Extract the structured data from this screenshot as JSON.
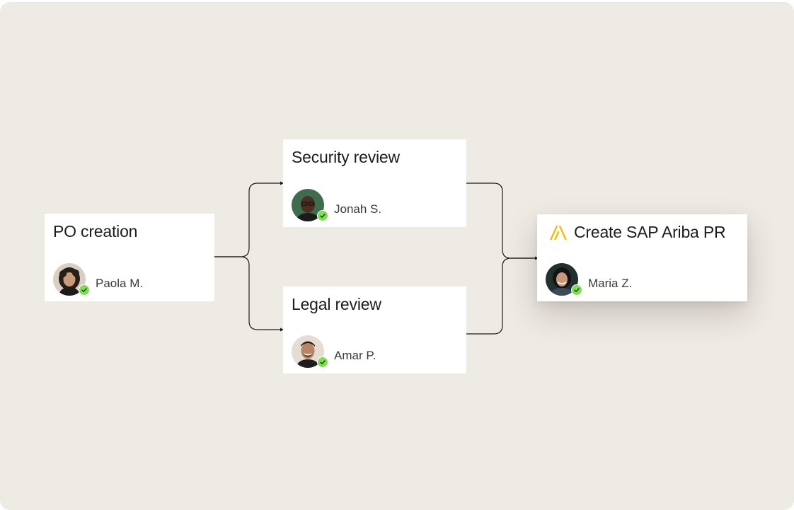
{
  "colors": {
    "background": "#eeeae4",
    "card": "#ffffff",
    "connector": "#1c1c1c",
    "approved_check": "#7fdc55",
    "ariba_logo": "#f5b700"
  },
  "nodes": {
    "po_creation": {
      "title": "PO creation",
      "assignee": "Paola M.",
      "status": "approved"
    },
    "security_review": {
      "title": "Security review",
      "assignee": "Jonah S.",
      "status": "approved"
    },
    "legal_review": {
      "title": "Legal review",
      "assignee": "Amar P.",
      "status": "approved"
    },
    "create_ariba_pr": {
      "title": "Create SAP Ariba PR",
      "logo_icon": "sap-ariba-logo",
      "assignee": "Maria Z.",
      "status": "approved"
    }
  }
}
